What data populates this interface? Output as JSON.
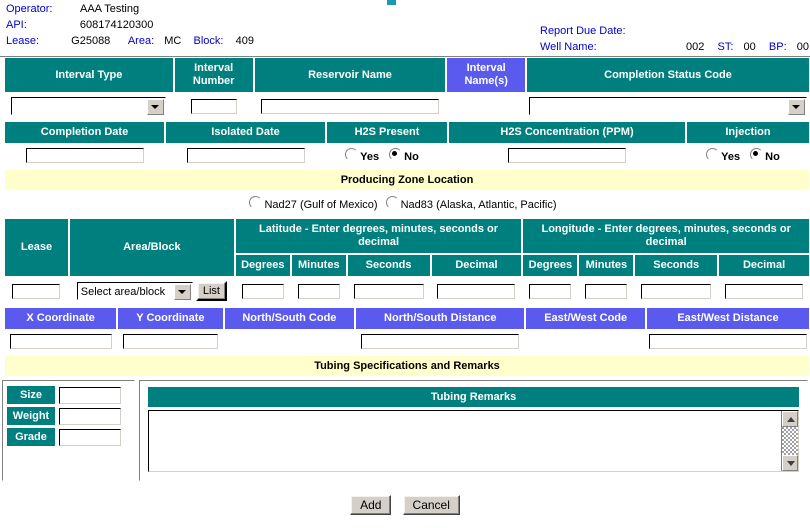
{
  "header": {
    "operator_label": "Operator:",
    "operator_value": "AAA Testing",
    "api_label": "API:",
    "api_value": "608174120300",
    "lease_label": "Lease:",
    "lease_value": "G25088",
    "area_label": "Area:",
    "area_value": "MC",
    "block_label": "Block:",
    "block_value": "409",
    "report_due_label": "Report Due Date:",
    "report_due_value": "",
    "well_name_label": "Well Name:",
    "well_name_value": "002",
    "st_label": "ST:",
    "st_value": "00",
    "bp_label": "BP:",
    "bp_value": "00"
  },
  "interval_row": {
    "headers": {
      "interval_type": "Interval Type",
      "interval_number": "Interval Number",
      "reservoir_name": "Reservoir Name",
      "interval_names": "Interval Name(s)",
      "completion_status_code": "Completion Status Code"
    },
    "values": {
      "interval_type": "",
      "interval_number": "",
      "reservoir_name": "",
      "interval_names": "",
      "completion_status_code": ""
    }
  },
  "dates_row": {
    "headers": {
      "completion_date": "Completion Date",
      "isolated_date": "Isolated Date",
      "h2s_present": "H2S Present",
      "h2s_concentration": "H2S Concentration (PPM)",
      "injection": "Injection"
    },
    "values": {
      "completion_date": "",
      "isolated_date": "",
      "h2s_concentration": ""
    },
    "h2s_present": {
      "yes_label": "Yes",
      "no_label": "No",
      "selected": "No"
    },
    "injection": {
      "yes_label": "Yes",
      "no_label": "No",
      "selected": "No"
    }
  },
  "producing_zone": {
    "band_title": "Producing Zone Location",
    "nad27_label": "Nad27 (Gulf of Mexico)",
    "nad83_label": "Nad83 (Alaska, Atlantic, Pacific)",
    "selected": ""
  },
  "location_row": {
    "headers": {
      "lease": "Lease",
      "area_block": "Area/Block",
      "latitude": "Latitude - Enter degrees, minutes, seconds or decimal",
      "longitude": "Longitude - Enter degrees, minutes, seconds or decimal",
      "degrees": "Degrees",
      "minutes": "Minutes",
      "seconds": "Seconds",
      "decimal": "Decimal"
    },
    "lease_value": "",
    "area_block_selected": "Select area/block",
    "list_button": "List",
    "latitude": {
      "degrees": "",
      "minutes": "",
      "seconds": "",
      "decimal": ""
    },
    "longitude": {
      "degrees": "",
      "minutes": "",
      "seconds": "",
      "decimal": ""
    }
  },
  "coordinates_row": {
    "headers": {
      "x_coordinate": "X Coordinate",
      "y_coordinate": "Y Coordinate",
      "north_south_code": "North/South Code",
      "north_south_distance": "North/South Distance",
      "east_west_code": "East/West Code",
      "east_west_distance": "East/West Distance"
    },
    "values": {
      "x_coordinate": "",
      "y_coordinate": "",
      "north_south_code": "",
      "north_south_distance": "",
      "east_west_code": "",
      "east_west_distance": ""
    }
  },
  "tubing": {
    "band_title": "Tubing Specifications and Remarks",
    "size_label": "Size",
    "weight_label": "Weight",
    "grade_label": "Grade",
    "size_value": "",
    "weight_value": "",
    "grade_value": "",
    "remarks_title": "Tubing Remarks",
    "remarks_value": ""
  },
  "footer": {
    "add_label": "Add",
    "cancel_label": "Cancel"
  },
  "colors": {
    "teal": "#007f7f",
    "violet": "#5a5aee",
    "band_yellow": "#ffffcc",
    "label_blue": "#0000cc"
  }
}
